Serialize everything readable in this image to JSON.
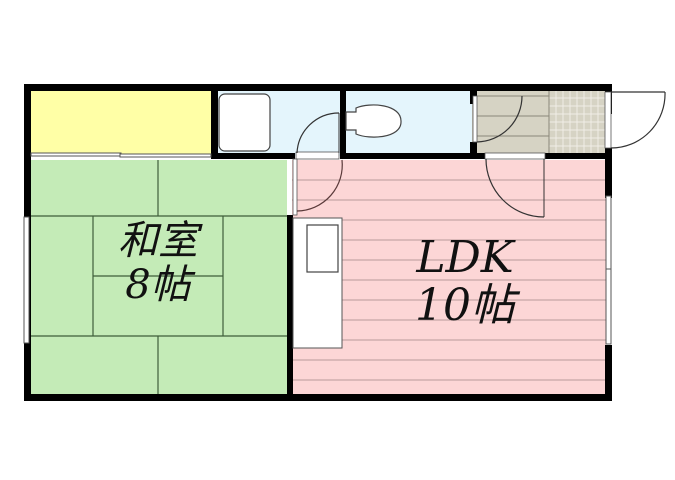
{
  "floorplan": {
    "rooms": [
      {
        "id": "washitsu",
        "name": "和室",
        "size": "8帖",
        "floor": "tatami",
        "color": "#c4ebb7"
      },
      {
        "id": "ldk",
        "name": "LDK",
        "size": "10帖",
        "floor": "flooring",
        "color": "#fcd6d6"
      },
      {
        "id": "closet",
        "name": "",
        "color": "#ffffa6"
      },
      {
        "id": "bathroom",
        "name": "",
        "color": "#e4f5fc"
      },
      {
        "id": "toilet",
        "name": "",
        "color": "#e4f5fc"
      },
      {
        "id": "entrance",
        "name": "",
        "color": "#d6d3c4"
      },
      {
        "id": "entrance-tile",
        "name": "",
        "color": "#d6d3c4"
      }
    ],
    "colors": {
      "wall": "#000000",
      "tatami_line": "#3f5e3a",
      "floor_line": "#b89a9a",
      "door_arc": "#333333"
    }
  }
}
